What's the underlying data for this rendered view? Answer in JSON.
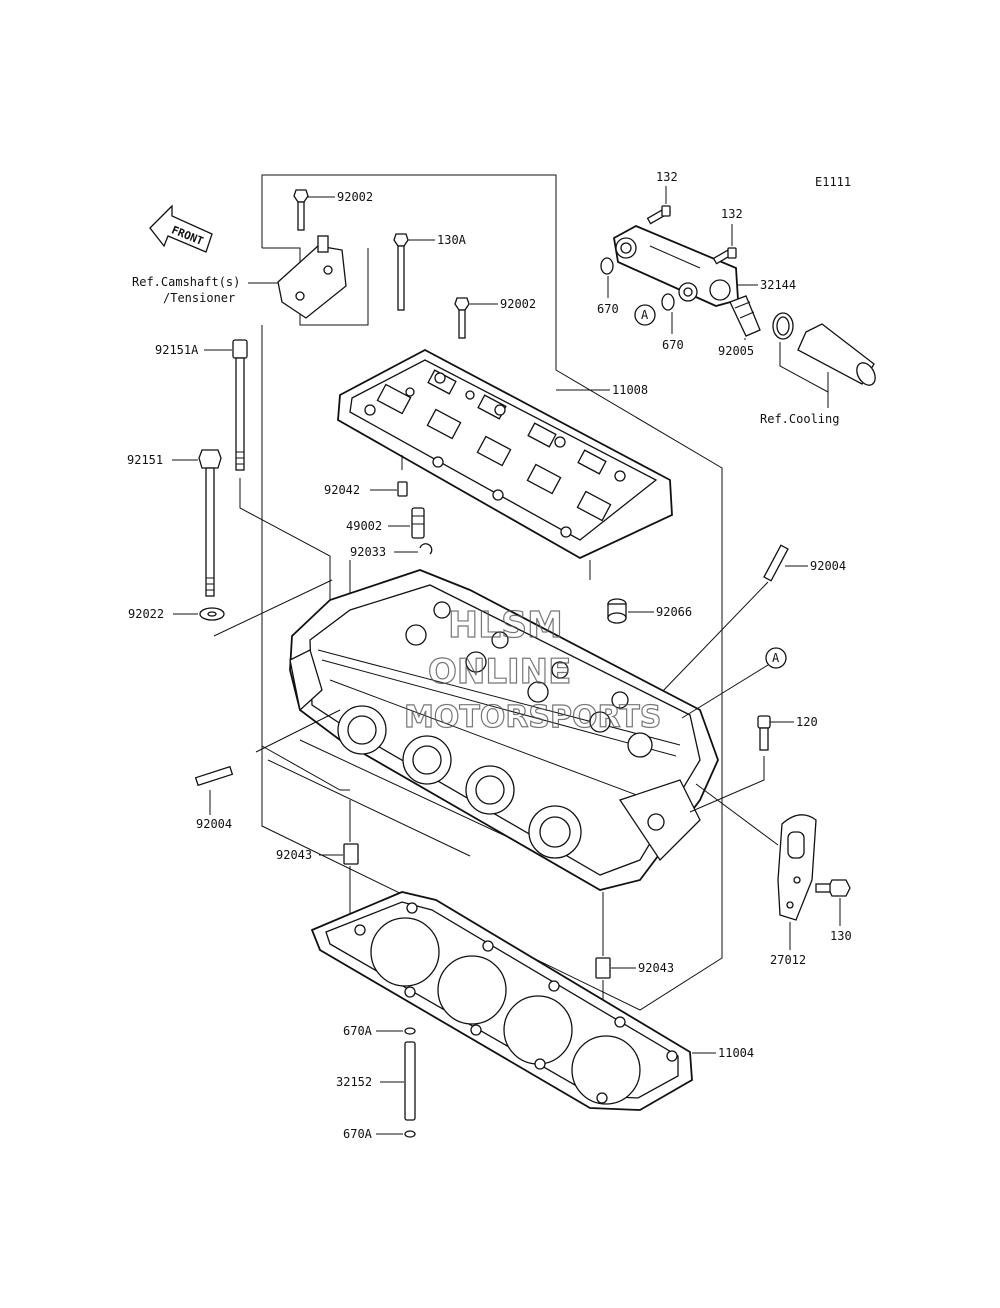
{
  "diagram": {
    "code": "E1111",
    "front_label": "FRONT",
    "refs": {
      "camshaft_line1": "Ref.Camshaft(s)",
      "camshaft_line2": "/Tensioner",
      "cooling": "Ref.Cooling"
    },
    "circle_marker": "A",
    "watermark": {
      "line1": "HLSM",
      "line2": "ONLINE",
      "line3": "MOTORSPORTS"
    },
    "callouts": {
      "p132a": "132",
      "p132b": "132",
      "p32144": "32144",
      "p670a": "670",
      "p670b": "670",
      "p92005": "92005",
      "p92002a": "92002",
      "p130A": "130A",
      "p92002b": "92002",
      "p92151A": "92151A",
      "p11008": "11008",
      "p92151": "92151",
      "p92042": "92042",
      "p49002": "49002",
      "p92033": "92033",
      "p92004a": "92004",
      "p92066": "92066",
      "p92022": "92022",
      "p120": "120",
      "p92004b": "92004",
      "p92043a": "92043",
      "p130": "130",
      "p27012": "27012",
      "p92043b": "92043",
      "p670Aa": "670A",
      "p11004": "11004",
      "p32152": "32152",
      "p670Ab": "670A"
    }
  }
}
